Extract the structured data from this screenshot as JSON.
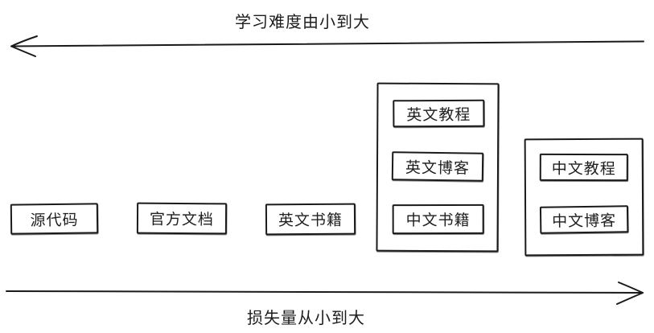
{
  "diagram": {
    "top_axis": {
      "label": "学习难度由小到大",
      "direction": "left"
    },
    "bottom_axis": {
      "label": "损失量从小到大",
      "direction": "right"
    },
    "boxes": [
      {
        "label": "源代码"
      },
      {
        "label": "官方文档"
      },
      {
        "label": "英文书籍"
      }
    ],
    "groups": [
      {
        "items": [
          {
            "label": "英文教程"
          },
          {
            "label": "英文博客"
          },
          {
            "label": "中文书籍"
          }
        ]
      },
      {
        "items": [
          {
            "label": "中文教程"
          },
          {
            "label": "中文博客"
          }
        ]
      }
    ]
  },
  "colors": {
    "stroke": "#1a1a1a",
    "background": "#ffffff"
  }
}
